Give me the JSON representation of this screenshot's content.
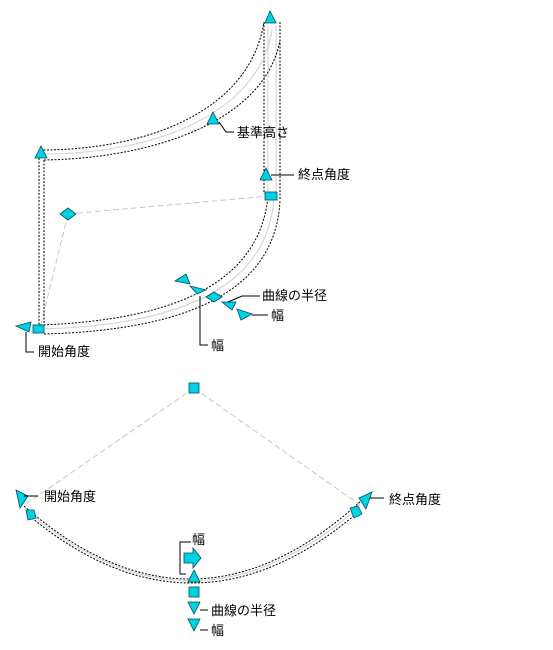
{
  "labels": {
    "base_height": "基準高さ",
    "end_angle_top": "終点角度",
    "curve_radius_top": "曲線の半径",
    "width_top": "幅",
    "width_lower_top": "幅",
    "start_angle_top": "開始角度",
    "start_angle_bottom": "開始角度",
    "end_angle_bottom": "終点角度",
    "width_bottom_upper": "幅",
    "curve_radius_bottom": "曲線の半径",
    "width_bottom_lower": "幅"
  },
  "colors": {
    "grip": "#00d2e6",
    "outline": "#000000",
    "hidden": "#c8c8c8"
  }
}
